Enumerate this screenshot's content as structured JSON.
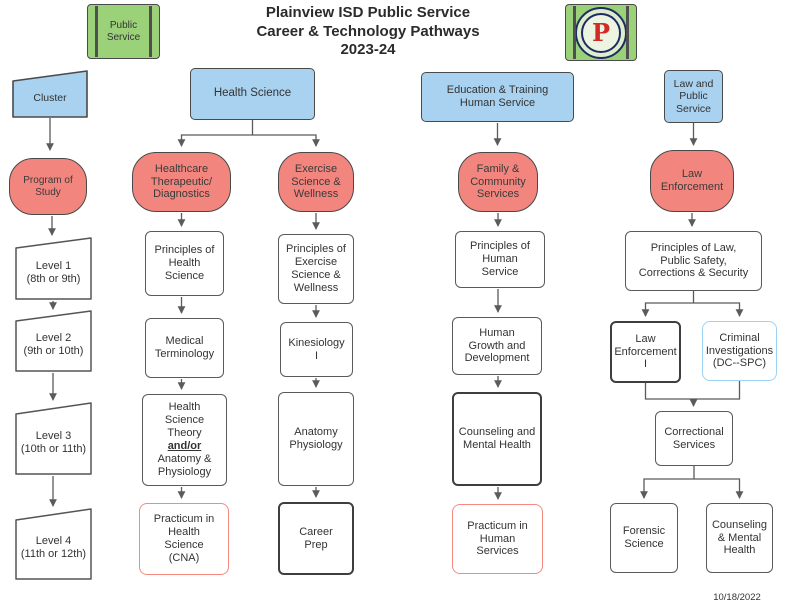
{
  "title": {
    "line1": "Plainview ISD Public Service",
    "line2": "Career & Technology Pathways",
    "line3": "2023-24",
    "full": "Plainview ISD Public Service\nCareer & Technology Pathways\n2023-24"
  },
  "badges": {
    "public_service": "Public\nService",
    "logo_letter": "P"
  },
  "headers": {
    "cluster": "Cluster",
    "health_science": "Health Science",
    "education": "Education & Training\nHuman Service",
    "law": "Law and\nPublic\nService"
  },
  "ovals": {
    "program_of_study": "Program of\nStudy",
    "healthcare": "Healthcare\nTherapeutic/\nDiagnostics",
    "exercise": "Exercise\nScience &\nWellness",
    "family": "Family &\nCommunity\nServices",
    "law_enforcement": "Law\nEnforcement"
  },
  "levels": {
    "l1": "Level 1\n(8th or 9th)",
    "l2": "Level 2\n(9th or 10th)",
    "l3": "Level 3\n(10th or 11th)",
    "l4": "Level 4\n(11th or 12th)"
  },
  "courses": {
    "principles_health": "Principles of\nHealth\nScience",
    "medical_terminology": "Medical\nTerminology",
    "hst_part1": "Health\nScience\nTheory",
    "hst_andor": "and/or",
    "hst_part2": "Anatomy &\nPhysiology",
    "practicum_health": "Practicum in\nHealth\nScience\n(CNA)",
    "principles_exercise": "Principles of\nExercise\nScience &\nWellness",
    "kinesiology": "Kinesiology\nI",
    "anatomy_physiology": "Anatomy\nPhysiology",
    "career_prep": "Career\nPrep",
    "principles_human": "Principles of\nHuman\nService",
    "human_growth": "Human\nGrowth and\nDevelopment",
    "counseling_mental": "Counseling and\nMental Health",
    "practicum_human": "Practicum in\nHuman\nServices",
    "principles_law": "Principles of Law,\nPublic Safety,\nCorrections & Security",
    "law_enforcement_1": "Law\nEnforcement\nI",
    "criminal_investigations": "Criminal\nInvestigations\n(DC--SPC)",
    "correctional_services": "Correctional\nServices",
    "forensic_science": "Forensic\nScience",
    "counseling_mental_health": "Counseling\n& Mental\nHealth"
  },
  "footer": {
    "date": "10/18/2022"
  },
  "colors": {
    "header_blue": "#A8D2F0",
    "oval_salmon": "#F2867E",
    "badge_green": "#9BD279",
    "box_border": "#5A5A5A",
    "practicum_border": "#F5897F",
    "criminal_border": "#99D4F2",
    "logo_navy": "#1C2D62",
    "logo_red": "#CF2B27"
  }
}
